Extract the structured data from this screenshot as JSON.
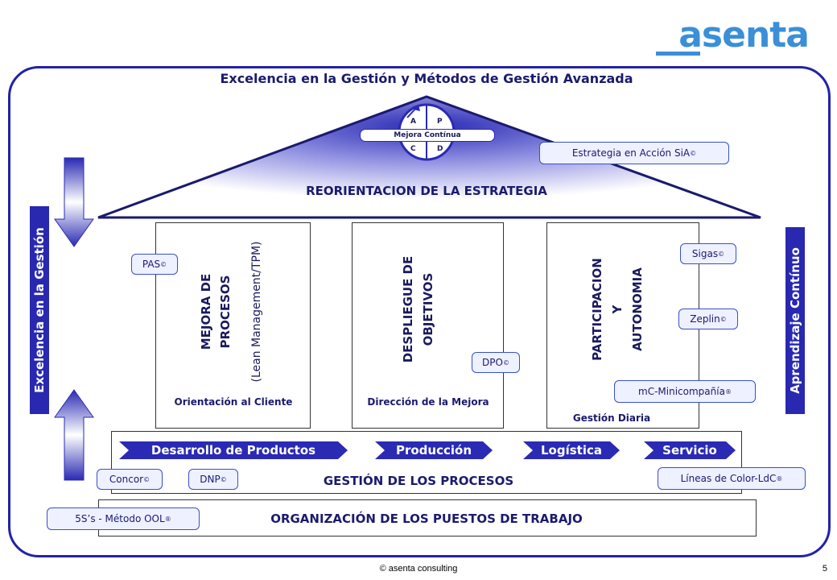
{
  "logo": "asenta",
  "main_title": "Excelencia en la Gestión y Métodos de Gestión Avanzada",
  "pdca": {
    "a": "A",
    "p": "P",
    "c": "C",
    "d": "D",
    "label": "Mejora Contínua"
  },
  "roof": {
    "title": "REORIENTACION DE LA ESTRATEGIA",
    "tag": "Estrategia en Acción SiA",
    "tag_mark": "©"
  },
  "left_side": "Excelencia en la Gestión",
  "right_side": "Aprendizaje Contínuo",
  "pillars": [
    {
      "title_line1": "MEJORA DE",
      "title_line2": "PROCESOS",
      "subtitle": "(Lean Management/TPM)",
      "bottom": "Orientación al Cliente"
    },
    {
      "title_line1": "DESPLIEGUE DE",
      "title_line2": "OBJETIVOS",
      "bottom": "Dirección de la Mejora"
    },
    {
      "title_line1": "PARTICIPACION",
      "title_line2": "Y",
      "title_line3": "AUTONOMIA",
      "bottom": "Gestión Diaria"
    }
  ],
  "tags": {
    "pas": "PAS",
    "pas_mark": "©",
    "dpo": "DPO",
    "dpo_mark": "©",
    "sigas": "Sigas",
    "sigas_mark": "©",
    "zeplin": "Zeplin",
    "zeplin_mark": "©",
    "minicomp": "mC-Minicompañía",
    "minicomp_mark": "®",
    "concor": "Concor",
    "concor_mark": "©",
    "dnp": "DNP",
    "dnp_mark": "©",
    "ldc": "Líneas de Color-LdC",
    "ldc_mark": "®",
    "ss": "5S’s - Método OOL",
    "ss_mark": "®"
  },
  "process_chain": [
    "Desarrollo de Productos",
    "Producción",
    "Logística",
    "Servicio"
  ],
  "process_title": "GESTIÓN  DE LOS PROCESOS",
  "org_title": "ORGANIZACIÓN DE LOS PUESTOS DE TRABAJO",
  "footer": "© asenta consulting",
  "page_number": "5",
  "colors": {
    "primary": "#2a2ab4",
    "logo": "#3a8fd8",
    "text": "#1a1a6e"
  }
}
